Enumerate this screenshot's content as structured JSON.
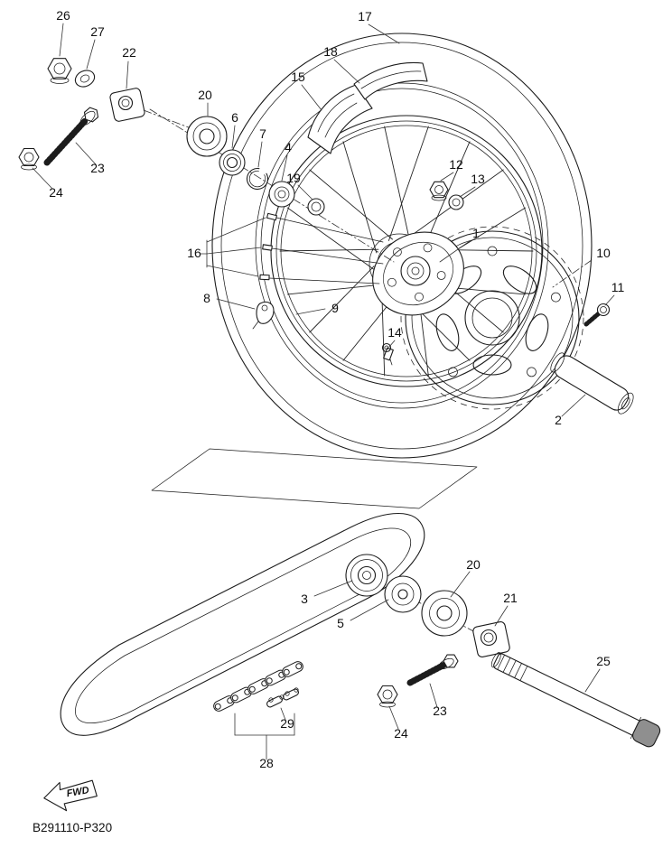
{
  "diagram": {
    "code": "B291110-P320",
    "fwd_label": "FWD"
  },
  "callouts": [
    {
      "label": "26"
    },
    {
      "label": "27"
    },
    {
      "label": "22"
    },
    {
      "label": "17"
    },
    {
      "label": "18"
    },
    {
      "label": "15"
    },
    {
      "label": "20"
    },
    {
      "label": "6"
    },
    {
      "label": "7"
    },
    {
      "label": "4"
    },
    {
      "label": "19"
    },
    {
      "label": "12"
    },
    {
      "label": "13"
    },
    {
      "label": "23"
    },
    {
      "label": "24"
    },
    {
      "label": "16"
    },
    {
      "label": "1"
    },
    {
      "label": "10"
    },
    {
      "label": "11"
    },
    {
      "label": "8"
    },
    {
      "label": "9"
    },
    {
      "label": "14"
    },
    {
      "label": "2"
    },
    {
      "label": "3"
    },
    {
      "label": "5"
    },
    {
      "label": "20"
    },
    {
      "label": "21"
    },
    {
      "label": "25"
    },
    {
      "label": "23"
    },
    {
      "label": "24"
    },
    {
      "label": "29"
    },
    {
      "label": "28"
    }
  ]
}
